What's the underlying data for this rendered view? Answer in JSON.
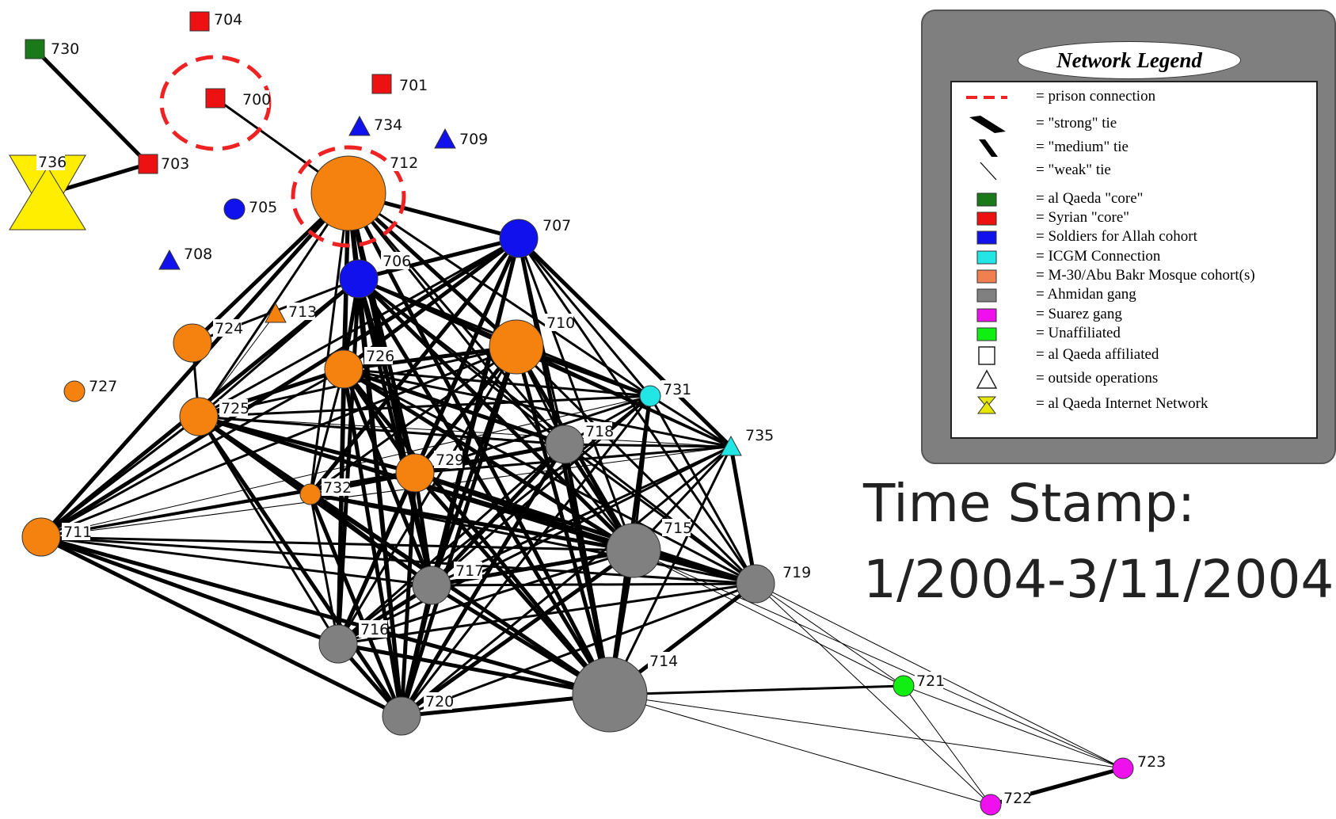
{
  "legend": {
    "title": "Network Legend",
    "items": [
      {
        "symbol": "prison-connection",
        "text": "= prison connection"
      },
      {
        "symbol": "strong-tie",
        "text": "= \"strong\" tie"
      },
      {
        "symbol": "medium-tie",
        "text": "= \"medium\" tie"
      },
      {
        "symbol": "weak-tie",
        "text": "= \"weak\" tie"
      },
      {
        "symbol": "square",
        "color": "#1a7a1a",
        "text": "= al Qaeda \"core\""
      },
      {
        "symbol": "square",
        "color": "#ee1111",
        "text": "= Syrian \"core\""
      },
      {
        "symbol": "square",
        "color": "#1111ee",
        "text": "= Soldiers for Allah cohort"
      },
      {
        "symbol": "square",
        "color": "#22e6e6",
        "text": "= ICGM Connection"
      },
      {
        "symbol": "square",
        "color": "#f08050",
        "text": "= M-30/Abu Bakr Mosque cohort(s)"
      },
      {
        "symbol": "square",
        "color": "#808080",
        "text": "= Ahmidan gang"
      },
      {
        "symbol": "square",
        "color": "#ee11ee",
        "text": "= Suarez gang"
      },
      {
        "symbol": "square",
        "color": "#11ee11",
        "text": "= Unaffiliated"
      },
      {
        "symbol": "square-outline",
        "text": "= al Qaeda affiliated"
      },
      {
        "symbol": "triangle-outline",
        "text": "= outside operations"
      },
      {
        "symbol": "hourglass",
        "color": "#e6e600",
        "text": "= al Qaeda Internet Network"
      }
    ]
  },
  "timestamp": {
    "label": "Time Stamp:",
    "range": "1/2004-3/11/2004"
  },
  "groups": {
    "core": "#1a7a1a",
    "syrian": "#ee1111",
    "soldiers": "#1111ee",
    "icgm": "#22e6e6",
    "m30": "#f5820f",
    "ahmidan": "#808080",
    "suarez": "#ee11ee",
    "unaffiliated": "#11ee11",
    "internet": "#ffee00"
  },
  "nodes": [
    {
      "id": "700",
      "group": "syrian",
      "shape": "square",
      "size": "small"
    },
    {
      "id": "701",
      "group": "syrian",
      "shape": "square",
      "size": "small"
    },
    {
      "id": "703",
      "group": "syrian",
      "shape": "square",
      "size": "small"
    },
    {
      "id": "704",
      "group": "syrian",
      "shape": "square",
      "size": "small"
    },
    {
      "id": "730",
      "group": "core",
      "shape": "square",
      "size": "small"
    },
    {
      "id": "736",
      "group": "internet",
      "shape": "hourglass",
      "size": "large"
    },
    {
      "id": "734",
      "group": "soldiers",
      "shape": "triangle",
      "size": "small"
    },
    {
      "id": "709",
      "group": "soldiers",
      "shape": "triangle",
      "size": "small"
    },
    {
      "id": "708",
      "group": "soldiers",
      "shape": "triangle",
      "size": "small"
    },
    {
      "id": "705",
      "group": "soldiers",
      "shape": "circle",
      "size": "small"
    },
    {
      "id": "707",
      "group": "soldiers",
      "shape": "circle",
      "size": "medium"
    },
    {
      "id": "706",
      "group": "soldiers",
      "shape": "circle",
      "size": "medium"
    },
    {
      "id": "712",
      "group": "m30",
      "shape": "circle",
      "size": "xlarge"
    },
    {
      "id": "713",
      "group": "m30",
      "shape": "triangle",
      "size": "small"
    },
    {
      "id": "724",
      "group": "m30",
      "shape": "circle",
      "size": "medium"
    },
    {
      "id": "727",
      "group": "m30",
      "shape": "circle",
      "size": "small"
    },
    {
      "id": "725",
      "group": "m30",
      "shape": "circle",
      "size": "medium"
    },
    {
      "id": "726",
      "group": "m30",
      "shape": "circle",
      "size": "medium"
    },
    {
      "id": "710",
      "group": "m30",
      "shape": "circle",
      "size": "large"
    },
    {
      "id": "729",
      "group": "m30",
      "shape": "circle",
      "size": "medium"
    },
    {
      "id": "732",
      "group": "m30",
      "shape": "circle",
      "size": "small"
    },
    {
      "id": "711",
      "group": "m30",
      "shape": "circle",
      "size": "medium"
    },
    {
      "id": "731",
      "group": "icgm",
      "shape": "circle",
      "size": "small"
    },
    {
      "id": "735",
      "group": "icgm",
      "shape": "triangle",
      "size": "small"
    },
    {
      "id": "718",
      "group": "ahmidan",
      "shape": "circle",
      "size": "medium"
    },
    {
      "id": "715",
      "group": "ahmidan",
      "shape": "circle",
      "size": "large"
    },
    {
      "id": "717",
      "group": "ahmidan",
      "shape": "circle",
      "size": "medium"
    },
    {
      "id": "719",
      "group": "ahmidan",
      "shape": "circle",
      "size": "medium"
    },
    {
      "id": "716",
      "group": "ahmidan",
      "shape": "circle",
      "size": "medium"
    },
    {
      "id": "720",
      "group": "ahmidan",
      "shape": "circle",
      "size": "medium"
    },
    {
      "id": "714",
      "group": "ahmidan",
      "shape": "circle",
      "size": "xlarge"
    },
    {
      "id": "721",
      "group": "unaffiliated",
      "shape": "circle",
      "size": "small"
    },
    {
      "id": "722",
      "group": "suarez",
      "shape": "circle",
      "size": "small"
    },
    {
      "id": "723",
      "group": "suarez",
      "shape": "circle",
      "size": "small"
    }
  ],
  "prison_connections": [
    "700",
    "712"
  ],
  "edges": [
    [
      "730",
      "703",
      "strong"
    ],
    [
      "736",
      "703",
      "strong"
    ],
    [
      "700",
      "712",
      "medium"
    ],
    [
      "712",
      "707",
      "strong"
    ],
    [
      "712",
      "706",
      "strong"
    ],
    [
      "712",
      "724",
      "strong"
    ],
    [
      "712",
      "711",
      "strong"
    ],
    [
      "712",
      "725",
      "medium"
    ],
    [
      "712",
      "726",
      "strong"
    ],
    [
      "712",
      "710",
      "strong"
    ],
    [
      "712",
      "729",
      "strong"
    ],
    [
      "712",
      "718",
      "medium"
    ],
    [
      "712",
      "731",
      "medium"
    ],
    [
      "712",
      "717",
      "strong"
    ],
    [
      "712",
      "716",
      "strong"
    ],
    [
      "712",
      "720",
      "strong"
    ],
    [
      "712",
      "715",
      "medium"
    ],
    [
      "712",
      "714",
      "strong"
    ],
    [
      "712",
      "732",
      "medium"
    ],
    [
      "707",
      "706",
      "strong"
    ],
    [
      "707",
      "726",
      "strong"
    ],
    [
      "707",
      "729",
      "strong"
    ],
    [
      "707",
      "732",
      "strong"
    ],
    [
      "707",
      "717",
      "strong"
    ],
    [
      "707",
      "716",
      "strong"
    ],
    [
      "707",
      "720",
      "strong"
    ],
    [
      "707",
      "714",
      "strong"
    ],
    [
      "707",
      "715",
      "medium"
    ],
    [
      "707",
      "718",
      "medium"
    ],
    [
      "707",
      "731",
      "medium"
    ],
    [
      "707",
      "735",
      "strong"
    ],
    [
      "707",
      "711",
      "strong"
    ],
    [
      "707",
      "725",
      "medium"
    ],
    [
      "707",
      "719",
      "medium"
    ],
    [
      "706",
      "724",
      "medium"
    ],
    [
      "706",
      "726",
      "strong"
    ],
    [
      "706",
      "710",
      "strong"
    ],
    [
      "706",
      "729",
      "strong"
    ],
    [
      "706",
      "717",
      "strong"
    ],
    [
      "706",
      "716",
      "strong"
    ],
    [
      "706",
      "720",
      "strong"
    ],
    [
      "706",
      "714",
      "strong"
    ],
    [
      "706",
      "715",
      "strong"
    ],
    [
      "706",
      "718",
      "medium"
    ],
    [
      "706",
      "731",
      "medium"
    ],
    [
      "706",
      "711",
      "strong"
    ],
    [
      "706",
      "725",
      "medium"
    ],
    [
      "706",
      "719",
      "medium"
    ],
    [
      "706",
      "735",
      "medium"
    ],
    [
      "724",
      "725",
      "medium"
    ],
    [
      "724",
      "712",
      "weak"
    ],
    [
      "713",
      "725",
      "weak"
    ],
    [
      "725",
      "711",
      "medium"
    ],
    [
      "725",
      "726",
      "strong"
    ],
    [
      "725",
      "710",
      "medium"
    ],
    [
      "725",
      "729",
      "strong"
    ],
    [
      "725",
      "718",
      "medium"
    ],
    [
      "725",
      "731",
      "medium"
    ],
    [
      "725",
      "732",
      "medium"
    ],
    [
      "725",
      "715",
      "strong"
    ],
    [
      "725",
      "717",
      "strong"
    ],
    [
      "725",
      "716",
      "medium"
    ],
    [
      "725",
      "720",
      "strong"
    ],
    [
      "725",
      "714",
      "strong"
    ],
    [
      "725",
      "719",
      "medium"
    ],
    [
      "725",
      "735",
      "weak"
    ],
    [
      "726",
      "710",
      "strong"
    ],
    [
      "726",
      "729",
      "strong"
    ],
    [
      "726",
      "732",
      "medium"
    ],
    [
      "726",
      "718",
      "strong"
    ],
    [
      "726",
      "715",
      "strong"
    ],
    [
      "726",
      "717",
      "strong"
    ],
    [
      "726",
      "716",
      "strong"
    ],
    [
      "726",
      "720",
      "strong"
    ],
    [
      "726",
      "714",
      "strong"
    ],
    [
      "726",
      "711",
      "medium"
    ],
    [
      "726",
      "731",
      "medium"
    ],
    [
      "726",
      "735",
      "medium"
    ],
    [
      "726",
      "719",
      "medium"
    ],
    [
      "710",
      "729",
      "strong"
    ],
    [
      "710",
      "718",
      "medium"
    ],
    [
      "710",
      "715",
      "strong"
    ],
    [
      "710",
      "717",
      "strong"
    ],
    [
      "710",
      "716",
      "medium"
    ],
    [
      "710",
      "720",
      "strong"
    ],
    [
      "710",
      "714",
      "strong"
    ],
    [
      "710",
      "731",
      "strong"
    ],
    [
      "710",
      "735",
      "medium"
    ],
    [
      "710",
      "719",
      "medium"
    ],
    [
      "710",
      "711",
      "medium"
    ],
    [
      "710",
      "732",
      "medium"
    ],
    [
      "729",
      "732",
      "medium"
    ],
    [
      "729",
      "718",
      "strong"
    ],
    [
      "729",
      "715",
      "strong"
    ],
    [
      "729",
      "717",
      "strong"
    ],
    [
      "729",
      "716",
      "strong"
    ],
    [
      "729",
      "720",
      "strong"
    ],
    [
      "729",
      "714",
      "strong"
    ],
    [
      "729",
      "711",
      "medium"
    ],
    [
      "729",
      "731",
      "medium"
    ],
    [
      "729",
      "735",
      "medium"
    ],
    [
      "729",
      "719",
      "strong"
    ],
    [
      "732",
      "717",
      "medium"
    ],
    [
      "732",
      "716",
      "medium"
    ],
    [
      "732",
      "720",
      "strong"
    ],
    [
      "732",
      "714",
      "medium"
    ],
    [
      "732",
      "715",
      "strong"
    ],
    [
      "732",
      "718",
      "medium"
    ],
    [
      "732",
      "719",
      "medium"
    ],
    [
      "711",
      "716",
      "strong"
    ],
    [
      "711",
      "720",
      "strong"
    ],
    [
      "711",
      "714",
      "strong"
    ],
    [
      "711",
      "717",
      "medium"
    ],
    [
      "711",
      "715",
      "medium"
    ],
    [
      "711",
      "719",
      "medium"
    ],
    [
      "711",
      "718",
      "medium"
    ],
    [
      "711",
      "735",
      "weak"
    ],
    [
      "711",
      "731",
      "weak"
    ],
    [
      "731",
      "735",
      "medium"
    ],
    [
      "731",
      "718",
      "medium"
    ],
    [
      "731",
      "715",
      "medium"
    ],
    [
      "731",
      "714",
      "strong"
    ],
    [
      "731",
      "717",
      "medium"
    ],
    [
      "731",
      "720",
      "medium"
    ],
    [
      "731",
      "719",
      "medium"
    ],
    [
      "731",
      "716",
      "medium"
    ],
    [
      "735",
      "719",
      "strong"
    ],
    [
      "735",
      "715",
      "medium"
    ],
    [
      "735",
      "714",
      "medium"
    ],
    [
      "735",
      "717",
      "medium"
    ],
    [
      "735",
      "720",
      "medium"
    ],
    [
      "735",
      "718",
      "medium"
    ],
    [
      "735",
      "716",
      "medium"
    ],
    [
      "718",
      "715",
      "strong"
    ],
    [
      "718",
      "717",
      "strong"
    ],
    [
      "718",
      "716",
      "medium"
    ],
    [
      "718",
      "720",
      "strong"
    ],
    [
      "718",
      "714",
      "strong"
    ],
    [
      "718",
      "719",
      "medium"
    ],
    [
      "715",
      "717",
      "strong"
    ],
    [
      "715",
      "716",
      "medium"
    ],
    [
      "715",
      "720",
      "strong"
    ],
    [
      "715",
      "714",
      "strong"
    ],
    [
      "715",
      "719",
      "strong"
    ],
    [
      "717",
      "716",
      "strong"
    ],
    [
      "717",
      "720",
      "strong"
    ],
    [
      "717",
      "714",
      "strong"
    ],
    [
      "717",
      "719",
      "medium"
    ],
    [
      "716",
      "720",
      "strong"
    ],
    [
      "716",
      "714",
      "strong"
    ],
    [
      "716",
      "719",
      "medium"
    ],
    [
      "720",
      "714",
      "strong"
    ],
    [
      "720",
      "719",
      "medium"
    ],
    [
      "714",
      "719",
      "strong"
    ],
    [
      "719",
      "721",
      "weak"
    ],
    [
      "719",
      "722",
      "weak"
    ],
    [
      "719",
      "723",
      "weak"
    ],
    [
      "714",
      "721",
      "medium"
    ],
    [
      "714",
      "722",
      "weak"
    ],
    [
      "714",
      "723",
      "weak"
    ],
    [
      "715",
      "721",
      "weak"
    ],
    [
      "715",
      "723",
      "weak"
    ],
    [
      "721",
      "722",
      "weak"
    ],
    [
      "721",
      "723",
      "weak"
    ],
    [
      "722",
      "723",
      "strong"
    ]
  ]
}
